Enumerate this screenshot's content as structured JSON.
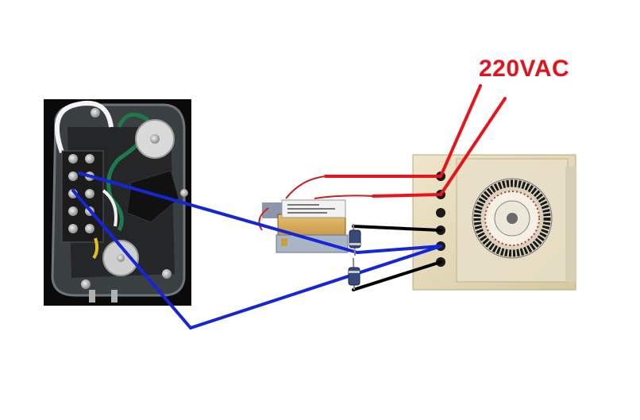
{
  "diagram": {
    "voltage_label": "220VAC",
    "colors": {
      "live_wire": "#e8141c",
      "control_wire": "#1426d8",
      "return_wire": "#000000",
      "transformer_lead": "#d02020"
    },
    "components": {
      "left_panel_icon": "wired-terminal-block-photo",
      "transformer_icon": "transformer-photo",
      "diode_icon": "diode-symbol",
      "timer_icon": "mechanical-timer-photo"
    }
  }
}
